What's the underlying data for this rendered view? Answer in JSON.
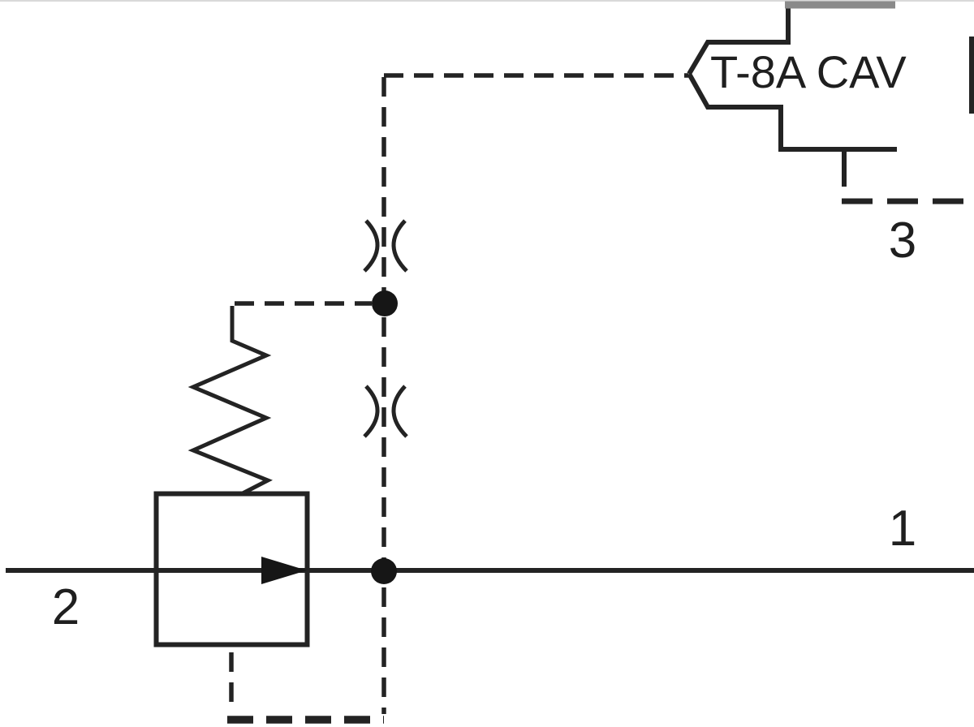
{
  "diagram": {
    "cavity_callout": "T-8A CAV",
    "ports": {
      "port1": "1",
      "port2": "2",
      "port3": "3"
    }
  },
  "icons": {
    "spring": "spring-zigzag",
    "flow_arrow": "right-flow-arrow",
    "orifice_upper": "orifice-restrictor",
    "orifice_lower": "orifice-restrictor",
    "junction_upper": "junction-dot",
    "junction_lower": "junction-dot"
  },
  "colors": {
    "line": "#232323",
    "text": "#1f1f1f",
    "cavity_gray_bar": "#8a8a8a",
    "background": "#ffffff",
    "top_edge": "#d9d9d9"
  }
}
